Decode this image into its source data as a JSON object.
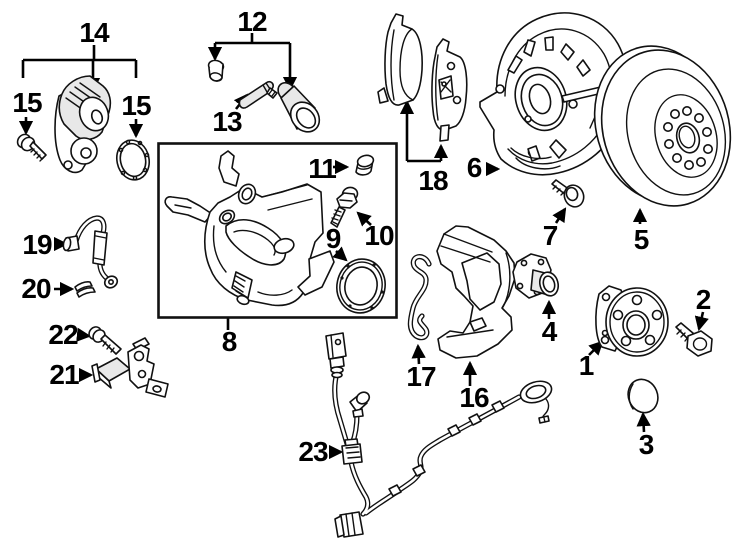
{
  "diagram": {
    "background": "#ffffff",
    "line_color": "#111111",
    "description_domain": "exploded-parts-diagram",
    "callouts": [
      {
        "key": "14",
        "label": "14"
      },
      {
        "key": "15-left",
        "label": "15"
      },
      {
        "key": "15-right",
        "label": "15"
      },
      {
        "key": "12",
        "label": "12"
      },
      {
        "key": "13",
        "label": "13"
      },
      {
        "key": "11",
        "label": "11"
      },
      {
        "key": "10",
        "label": "10"
      },
      {
        "key": "9",
        "label": "9"
      },
      {
        "key": "8",
        "label": "8"
      },
      {
        "key": "18",
        "label": "18"
      },
      {
        "key": "6",
        "label": "6"
      },
      {
        "key": "5",
        "label": "5"
      },
      {
        "key": "7",
        "label": "7"
      },
      {
        "key": "4",
        "label": "4"
      },
      {
        "key": "1",
        "label": "1"
      },
      {
        "key": "2",
        "label": "2"
      },
      {
        "key": "3",
        "label": "3"
      },
      {
        "key": "16",
        "label": "16"
      },
      {
        "key": "17",
        "label": "17"
      },
      {
        "key": "19",
        "label": "19"
      },
      {
        "key": "20",
        "label": "20"
      },
      {
        "key": "22",
        "label": "22"
      },
      {
        "key": "21",
        "label": "21"
      },
      {
        "key": "23",
        "label": "23"
      }
    ]
  }
}
